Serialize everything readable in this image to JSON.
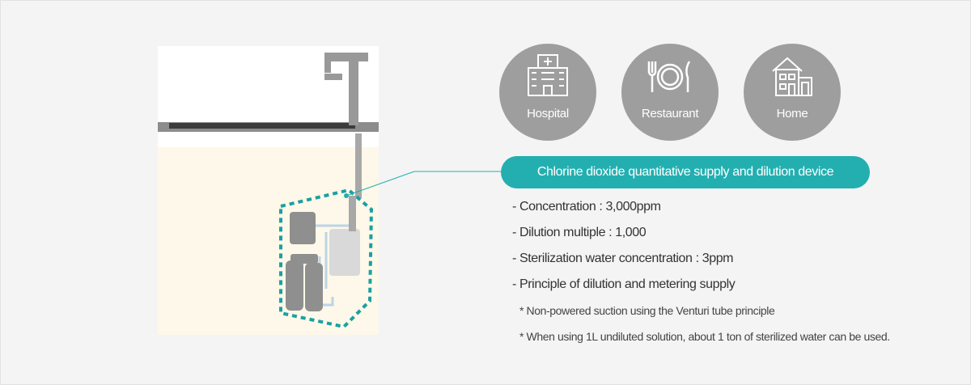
{
  "colors": {
    "accent": "#23afb0",
    "circle": "#9e9e9e",
    "wall": "#fdf8e9"
  },
  "places": [
    {
      "label": "Hospital",
      "icon": "hospital-icon"
    },
    {
      "label": "Restaurant",
      "icon": "plate-fork-knife-icon"
    },
    {
      "label": "Home",
      "icon": "house-icon"
    }
  ],
  "device": {
    "title": "Chlorine dioxide quantitative supply and dilution device",
    "specs": [
      "- Concentration : 3,000ppm",
      "- Dilution multiple : 1,000",
      "- Sterilization water concentration : 3ppm",
      "- Principle of dilution and metering supply"
    ],
    "notes": [
      "* Non-powered suction using the Venturi tube principle",
      "* When using 1L undiluted solution, about 1 ton of sterilized water can be used."
    ]
  }
}
